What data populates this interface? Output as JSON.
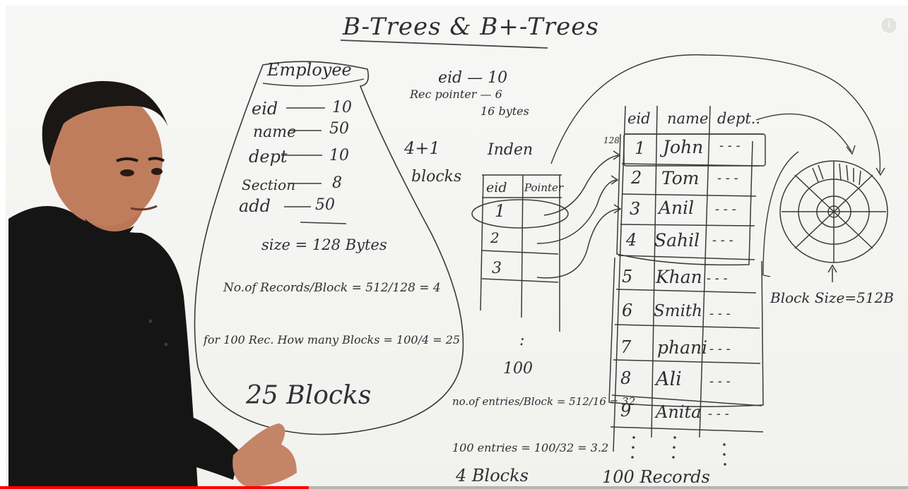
{
  "title": "B-Trees & B+-Trees",
  "employee": {
    "heading": "Employee",
    "fields": [
      {
        "name": "eid",
        "size": "10"
      },
      {
        "name": "name",
        "size": "50"
      },
      {
        "name": "dept",
        "size": "10"
      },
      {
        "name": "Section",
        "size": "8"
      },
      {
        "name": "add",
        "size": "50"
      }
    ],
    "size_line": "size = 128 Bytes",
    "records_per_block": "No.of Records/Block = 512/128 = 4",
    "blocks_question": "for 100 Rec. How many Blocks = 100/4 = 25",
    "result": "25 Blocks"
  },
  "index_entry": {
    "eid_line": "eid — 10",
    "ptr_line": "Rec pointer — 6",
    "total": "16 bytes"
  },
  "index": {
    "label": "Inden",
    "blocks_note": [
      "4+1",
      "blocks"
    ],
    "headers": [
      "eid",
      "Pointer"
    ],
    "rows": [
      "1",
      "2",
      "3"
    ],
    "dots": ":",
    "count": "100",
    "entries_per_block": "no.of entries/Block = 512/16 = 32",
    "entries_calc": "100 entries = 100/32 = 3.2",
    "result": "4 Blocks"
  },
  "records": {
    "headers": [
      "eid",
      "name",
      "dept.."
    ],
    "offset_label": "128",
    "rows": [
      {
        "eid": "1",
        "name": "John"
      },
      {
        "eid": "2",
        "name": "Tom"
      },
      {
        "eid": "3",
        "name": "Anil"
      },
      {
        "eid": "4",
        "name": "Sahil"
      },
      {
        "eid": "5",
        "name": "Khan"
      },
      {
        "eid": "6",
        "name": "Smith"
      },
      {
        "eid": "7",
        "name": "phani"
      },
      {
        "eid": "8",
        "name": "Ali"
      },
      {
        "eid": "9",
        "name": "Anita"
      }
    ],
    "dept_placeholder": "- - -",
    "footer": "100 Records"
  },
  "disk": {
    "label": "Block Size=512B"
  },
  "player": {
    "info_icon": "info-icon",
    "progress_fraction": 0.34
  }
}
